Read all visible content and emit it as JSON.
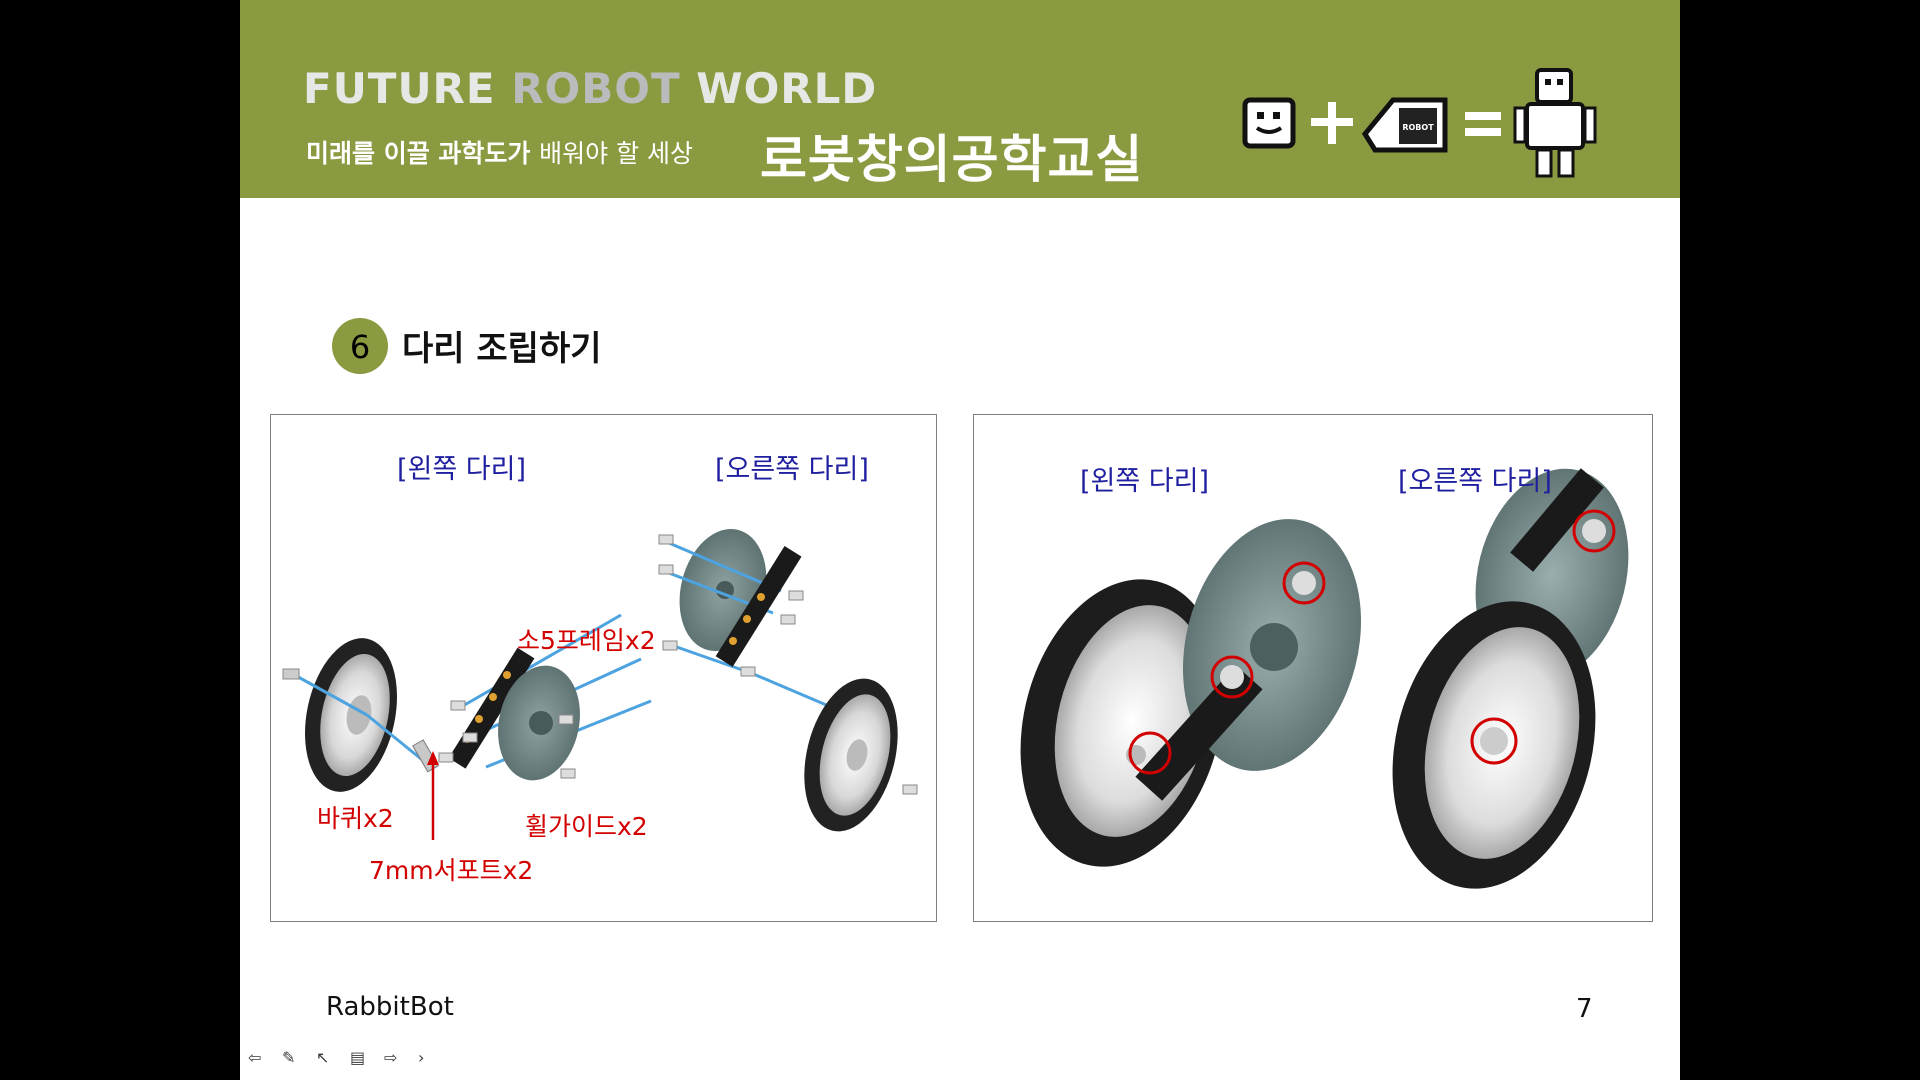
{
  "header": {
    "brand_word1": "FUTURE",
    "brand_word2": "ROBOT",
    "brand_word3": "WORLD",
    "tagline_bold": "미래를 이끌 과학도가",
    "tagline_light": "배워야 할 세상",
    "class_name": "로봇창의공학교실",
    "logo_robot_text": "ROBOT"
  },
  "step": {
    "number": "6",
    "title": "다리 조립하기"
  },
  "panel_left": {
    "left_leg_label": "[왼쪽 다리]",
    "right_leg_label": "[오른쪽 다리]",
    "part_frame": "소5프레임x2",
    "part_wheel": "바퀴x2",
    "part_wheel_guide": "휠가이드x2",
    "part_support": "7mm서포트x2"
  },
  "panel_right": {
    "left_leg_label": "[왼쪽 다리]",
    "right_leg_label": "[오른쪽 다리]"
  },
  "footer": {
    "product_name": "RabbitBot",
    "page_number": "7"
  },
  "colors": {
    "banner": "#8a9a41",
    "label_blue": "#1f1fa0",
    "label_red": "#d20000"
  },
  "slide_nav_icons": [
    "previous-arrow-icon",
    "pen-icon",
    "pointer-icon",
    "menu-icon",
    "next-arrow-icon",
    "more-icon"
  ]
}
